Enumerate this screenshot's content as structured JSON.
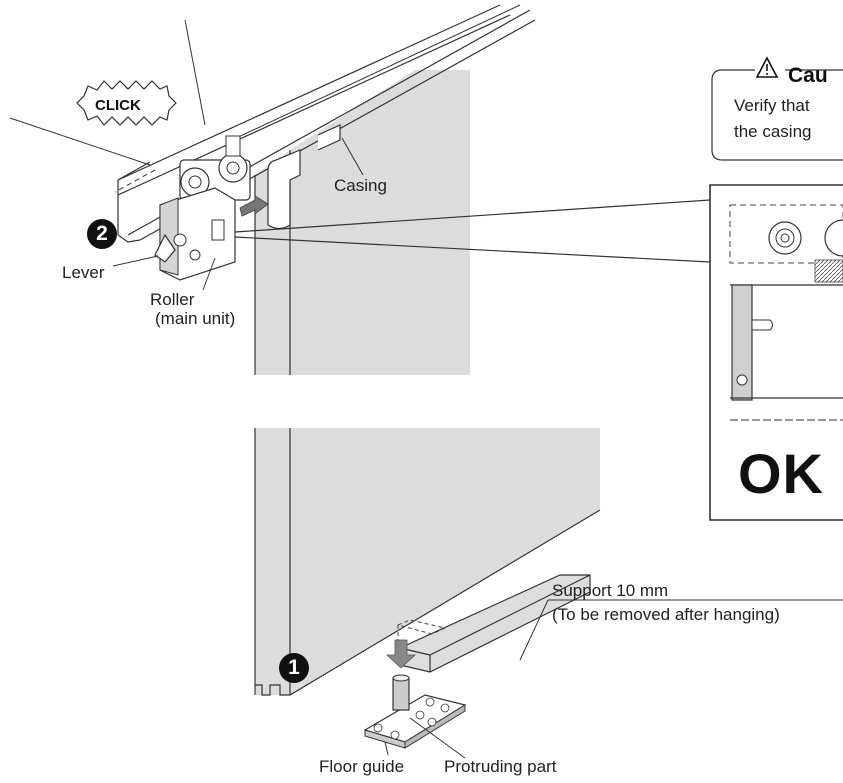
{
  "caution": {
    "title": "Cau",
    "line1": "Verify that",
    "line2": "the casing"
  },
  "callouts": {
    "click": "CLICK",
    "casing": "Casing",
    "lever": "Lever",
    "roller_line1": "Roller",
    "roller_line2": "(main unit)",
    "support_line1": "Support 10 mm",
    "support_line2": "(To be removed after hanging)",
    "floor_guide": "Floor guide",
    "protruding_part": "Protruding part"
  },
  "detail": {
    "ok_label": "OK"
  },
  "steps": {
    "step1": "1",
    "step2": "2"
  }
}
